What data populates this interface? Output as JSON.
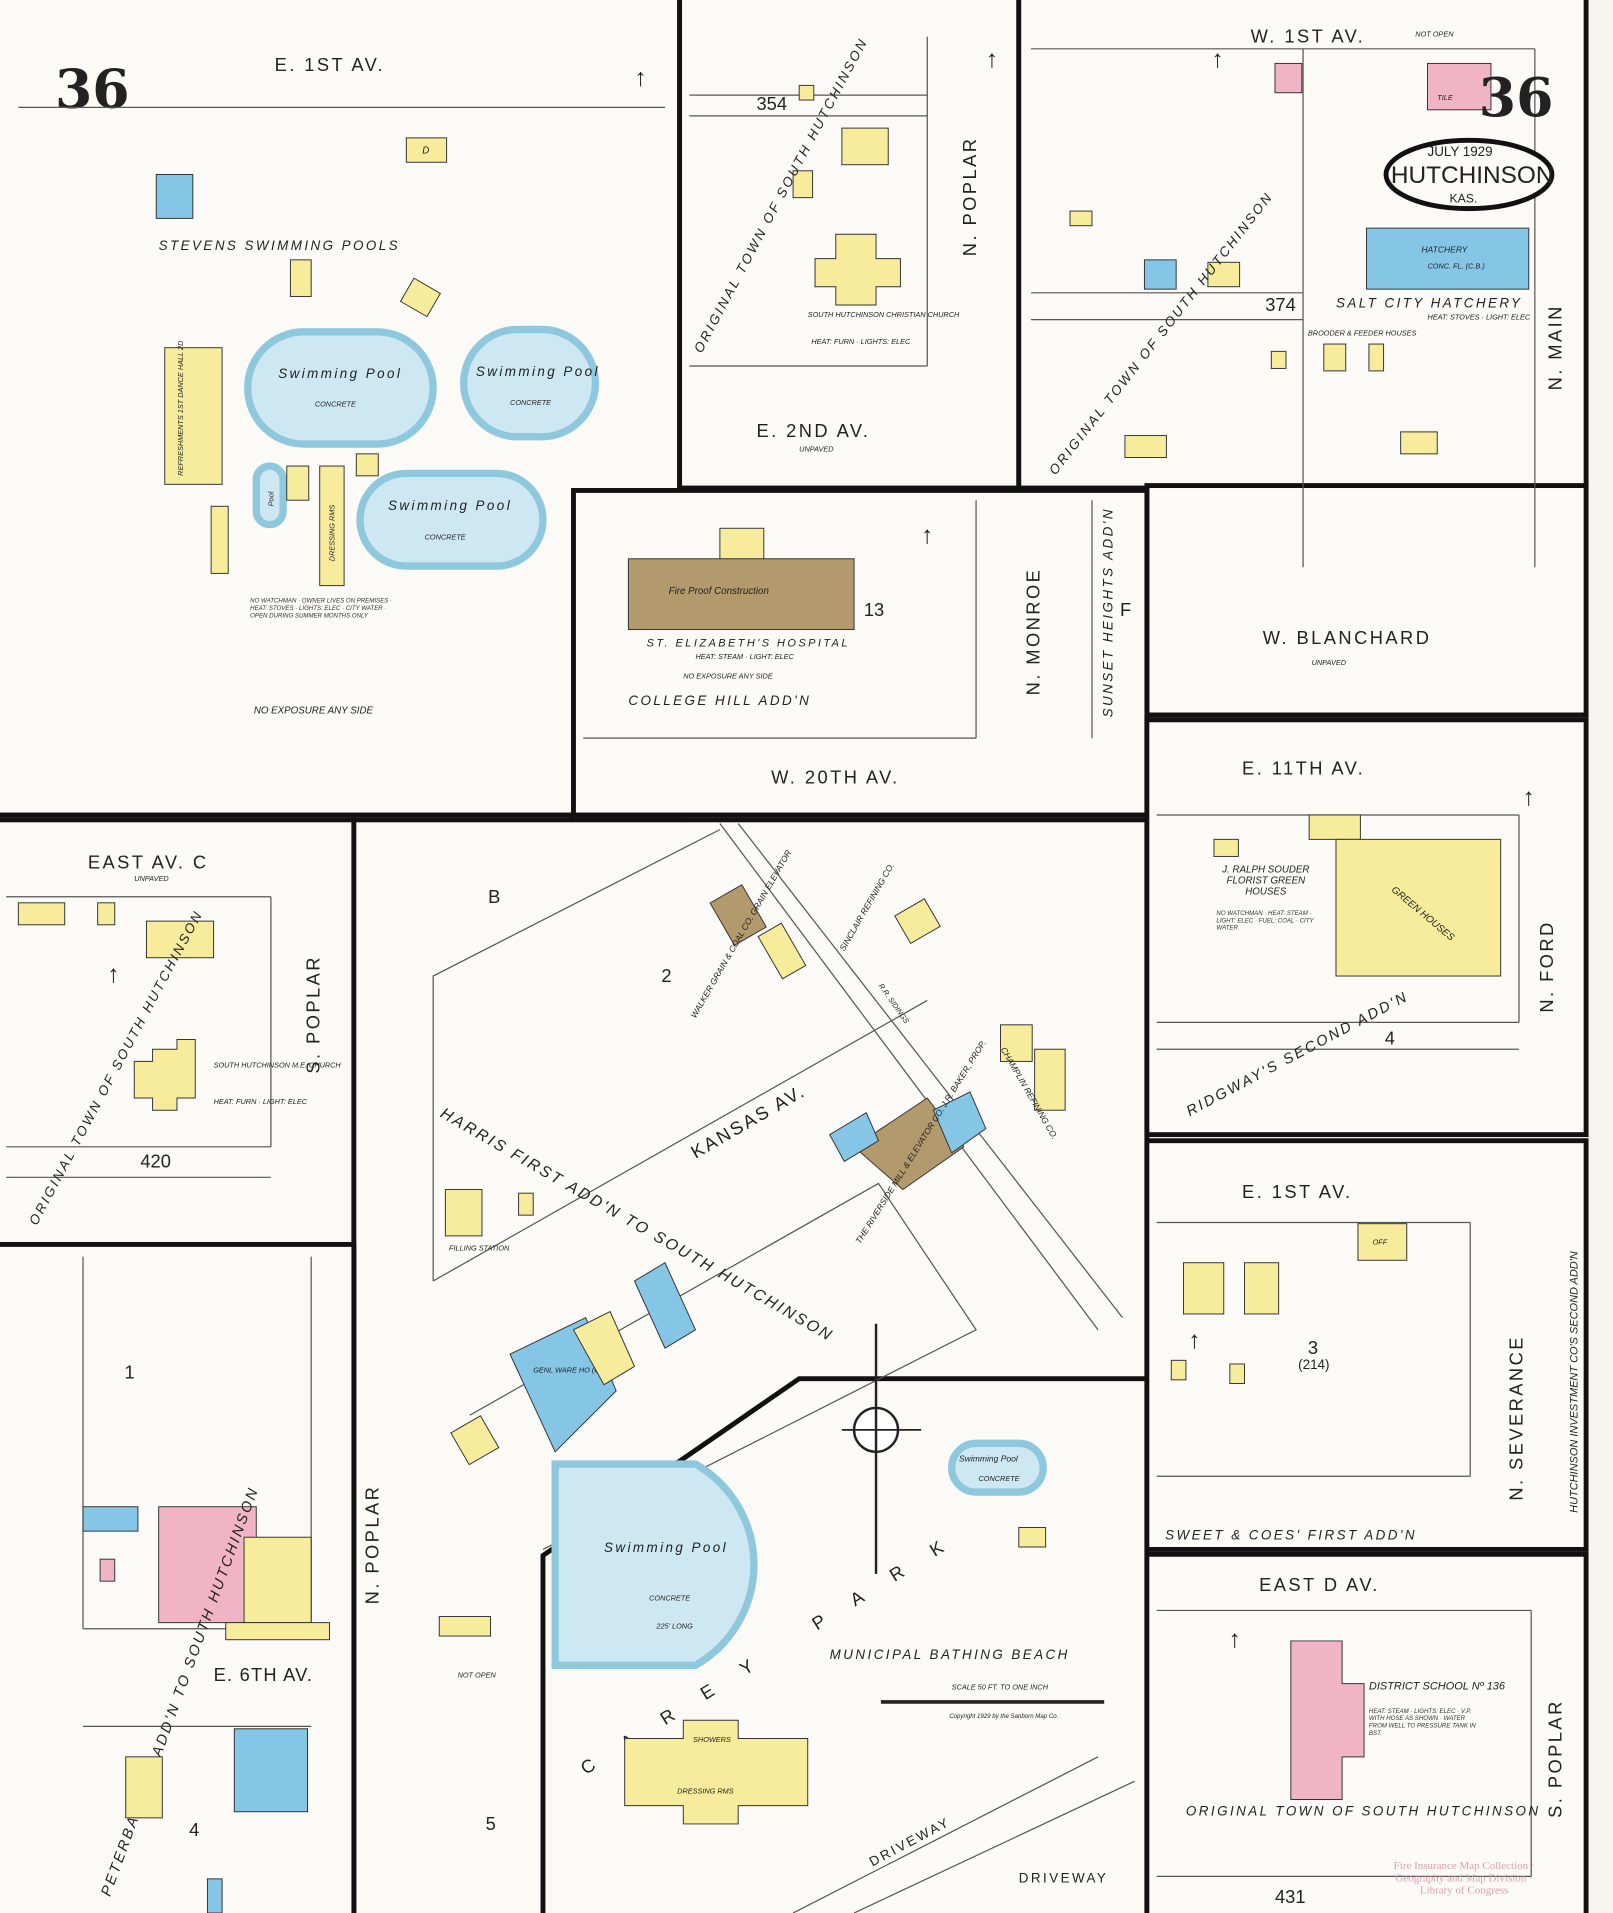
{
  "sheet": {
    "number_left": "36",
    "number_right": "36",
    "date": "JULY 1929",
    "city": "HUTCHINSON",
    "state": "KAS."
  },
  "colors": {
    "frame_brick": "#f1b4c6",
    "frame_wood": "#f6ec9b",
    "concrete_block": "#85c6e6",
    "fireproof": "#b39a6c",
    "pool_water": "#cde8f2"
  },
  "streets": {
    "e_1st_av_top": "E. 1ST AV.",
    "e_2nd_av": "E. 2ND AV.",
    "unpaved": "UNPAVED",
    "n_poplar_top": "N. POPLAR",
    "w_1st_av": "W. 1ST AV.",
    "not_open": "NOT OPEN",
    "n_main": "N. MAIN",
    "w_blanchard": "W. BLANCHARD",
    "w_20th_av": "W. 20TH AV.",
    "n_monroe": "N. MONROE",
    "sunset_heights": "SUNSET HEIGHTS ADD'N",
    "east_av_c": "EAST AV. C",
    "s_poplar_mid": "S. POPLAR",
    "kansas_av": "KANSAS AV.",
    "e_11th_av": "E. 11TH AV.",
    "n_ford": "N. FORD",
    "e_1st_av_right": "E. 1ST AV.",
    "n_severance": "N. SEVERANCE",
    "east_d_av": "EAST D AV.",
    "s_poplar_bottom": "S. POPLAR",
    "n_poplar_bottom": "N. POPLAR",
    "e_6th_av": "E. 6TH AV.",
    "driveway1": "DRIVEWAY",
    "driveway2": "DRIVEWAY"
  },
  "additions": {
    "orig_town_1": "ORIGINAL TOWN OF SOUTH HUTCHINSON",
    "orig_town_2": "ORIGINAL TOWN OF SOUTH HUTCHINSON",
    "orig_town_3": "ORIGINAL TOWN OF SOUTH HUTCHINSON",
    "orig_town_4": "ORIGINAL TOWN OF SOUTH HUTCHINSON",
    "college_hill": "COLLEGE HILL ADD'N",
    "harris": "HARRIS FIRST ADD'N TO SOUTH HUTCHINSON",
    "ridgways": "RIDGWAY'S SECOND ADD'N",
    "sweet_coes": "SWEET & COES' FIRST ADD'N",
    "peterbaughs": "PETERBAUGH'S ADD'N TO SOUTH HUTCHINSON",
    "hutch_invest": "HUTCHINSON INVESTMENT CO'S SECOND ADD'N",
    "carey_park": "CAREY PARK"
  },
  "blocks": {
    "b354": "354",
    "b374": "374",
    "b13": "13",
    "b420": "420",
    "b2": "2",
    "bB": "B",
    "b4r": "4",
    "b3": "3",
    "b3sub": "(214)",
    "b431": "431",
    "b1": "1",
    "b4l": "4",
    "b5": "5",
    "bF": "F"
  },
  "places": {
    "stevens": "STEVENS SWIMMING POOLS",
    "pool": "Swimming Pool",
    "concrete": "CONCRETE",
    "pool_small": "Pool",
    "refresh": "REFRESHMENTS 1ST DANCE HALL 2D",
    "dressing": "DRESSING RMS",
    "stevens_note": "NO WATCHMAN · OWNER LIVES ON PREMISES · HEAT: STOVES · LIGHTS: ELEC · CITY WATER · OPEN DURING SUMMER MONTHS ONLY",
    "no_exposure": "NO EXPOSURE ANY SIDE",
    "church1": "SOUTH HUTCHINSON CHRISTIAN CHURCH",
    "church1_note": "HEAT: FURN · LIGHTS: ELEC",
    "hatchery": "HATCHERY",
    "hatchery_sub": "CONC. FL. (C.B.)",
    "salt_city": "SALT CITY HATCHERY",
    "salt_note": "HEAT: STOVES · LIGHT: ELEC",
    "brooder": "BROODER & FEEDER HOUSES",
    "fireproof": "Fire Proof Construction",
    "hospital": "ST. ELIZABETH'S HOSPITAL",
    "hospital_note": "HEAT: STEAM · LIGHT: ELEC",
    "no_exposure2": "NO EXPOSURE ANY SIDE",
    "church2": "SOUTH HUTCHINSON M.E. CHURCH",
    "church2_note": "HEAT: FURN · LIGHT: ELEC",
    "walker": "WALKER GRAIN & COAL CO. GRAIN ELEVATOR",
    "sinclair": "SINCLAIR REFINING CO.",
    "champlin": "CHAMPLIN REFINING CO.",
    "filling": "FILLING STATION",
    "riverside": "THE RIVERSIDE MILL & ELEVATOR CO. J.R. BAKER, PROP.",
    "rr": "R.R. SIDINGS",
    "souder": "J. RALPH SOUDER FLORIST GREEN HOUSES",
    "souder_note": "NO WATCHMAN · HEAT: STEAM · LIGHT: ELEC · FUEL: COAL · CITY WATER",
    "green_houses": "GREEN HOUSES",
    "bathing": "MUNICIPAL BATHING BEACH",
    "pool_long": "225' LONG",
    "showers": "SHOWERS",
    "dressing2": "DRESSING RMS",
    "school": "DISTRICT SCHOOL Nº 136",
    "school_note": "HEAT: STEAM · LIGHTS: ELEC · V.P. WITH HOSE AS SHOWN · WATER FROM WELL TO PRESSURE TANK IN BST.",
    "genl_warehouse": "GENL WARE HO (C.B.)",
    "scale": "SCALE 50 FT. TO ONE INCH",
    "copyright": "Copyright 1929 by the Sanborn Map Co.",
    "off": "OFF",
    "tile": "TILE",
    "d": "D"
  },
  "watermark": "Fire Insurance Map Collection · Geography and Map Division · Library of Congress"
}
